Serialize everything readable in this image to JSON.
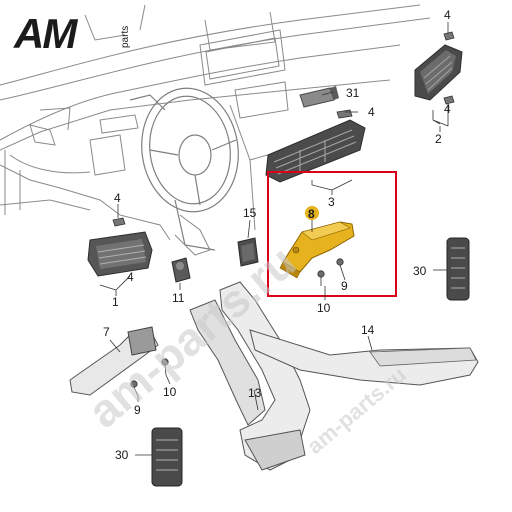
{
  "logo": {
    "main": "AM",
    "sub": "parts"
  },
  "watermark": {
    "text": "am-parts.ru"
  },
  "highlight": {
    "color": "#d9001b",
    "part_number": "8",
    "part_fill": "#e6b21e"
  },
  "callouts": {
    "c1": "1",
    "c2": "2",
    "c3": "3",
    "c4a": "4",
    "c4b": "4",
    "c4c": "4",
    "c4d": "4",
    "c4e": "4",
    "c7": "7",
    "c8": "8",
    "c9a": "9",
    "c9b": "9",
    "c10a": "10",
    "c10b": "10",
    "c11": "11",
    "c13": "13",
    "c14": "14",
    "c15": "15",
    "c30a": "30",
    "c30b": "30",
    "c31": "31"
  }
}
